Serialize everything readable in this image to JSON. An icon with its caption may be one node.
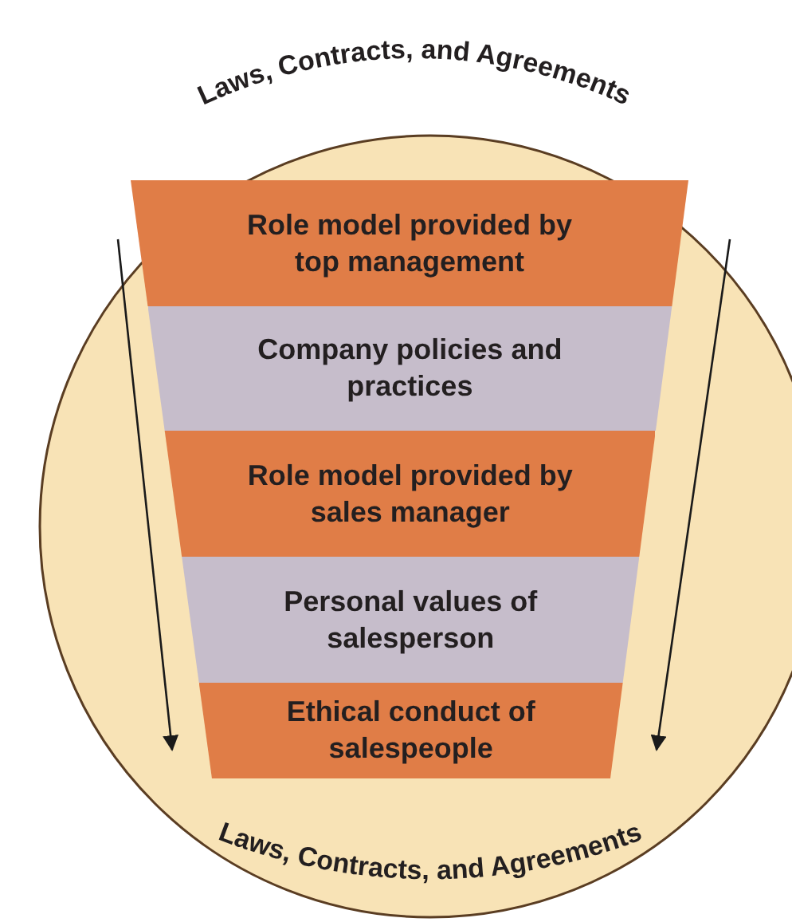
{
  "diagram": {
    "nodes": [
      {
        "text": [
          "Laws, Contracts, and Agreements",
          "Laws, Contracts, and Agreements"
        ]
      },
      {
        "text": [
          "Role model provided by top management"
        ],
        "in": 0
      },
      {
        "text": [
          "Company policies and practices"
        ],
        "in": 0
      },
      {
        "text": [
          "Role model provided by sales manager"
        ],
        "in": 0
      },
      {
        "text": [
          "Personal values of salesperson"
        ],
        "in": 0
      },
      {
        "text": [
          "Ethical conduct of salespeople"
        ],
        "in": 0
      }
    ]
  }
}
